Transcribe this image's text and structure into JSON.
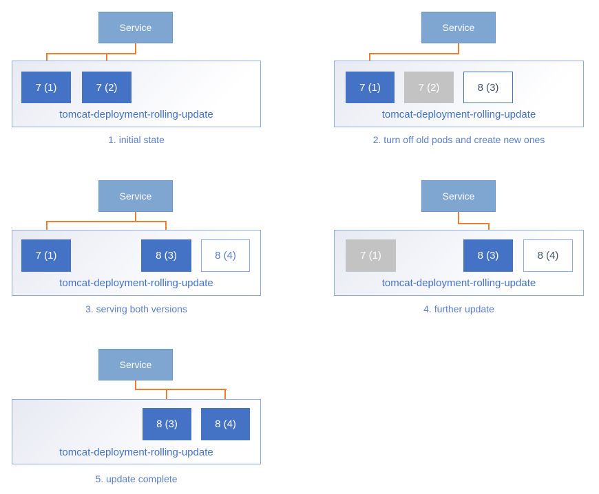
{
  "service_label": "Service",
  "deployment_label": "tomcat-deployment-rolling-update",
  "colors": {
    "pod_running_fill": "#4472C4",
    "pod_stopped_fill": "#C3C3C3",
    "pod_new_border_strong": "#4472C4",
    "pod_new_border_light": "#8FAADC",
    "pod_new_text_dark": "#44546A",
    "pod_new_text_light": "#5B7FC9",
    "service_fill": "#7FA5D1",
    "arrow_orange": "#ED7D31",
    "container_border": "#8FAADC",
    "deployment_label_text": "#4472C4",
    "caption_text": "#5B7FC9"
  },
  "panels": [
    {
      "caption": "1. initial state",
      "pods": [
        {
          "label": "7 (1)",
          "state": "running"
        },
        {
          "label": "7 (2)",
          "state": "running"
        }
      ]
    },
    {
      "caption": "2. turn off old pods and create new ones",
      "pods": [
        {
          "label": "7 (1)",
          "state": "running"
        },
        {
          "label": "7 (2)",
          "state": "stopped"
        },
        {
          "label": "8 (3)",
          "state": "new"
        }
      ]
    },
    {
      "caption": "3. serving both versions",
      "pods": [
        {
          "label": "7 (1)",
          "state": "running"
        },
        {
          "label": "8 (3)",
          "state": "running"
        },
        {
          "label": "8 (4)",
          "state": "new"
        }
      ]
    },
    {
      "caption": "4. further update",
      "pods": [
        {
          "label": "7 (1)",
          "state": "stopped"
        },
        {
          "label": "8 (3)",
          "state": "running"
        },
        {
          "label": "8 (4)",
          "state": "new"
        }
      ]
    },
    {
      "caption": "5. update complete",
      "pods": [
        {
          "label": "8 (3)",
          "state": "running"
        },
        {
          "label": "8 (4)",
          "state": "running"
        }
      ]
    }
  ]
}
